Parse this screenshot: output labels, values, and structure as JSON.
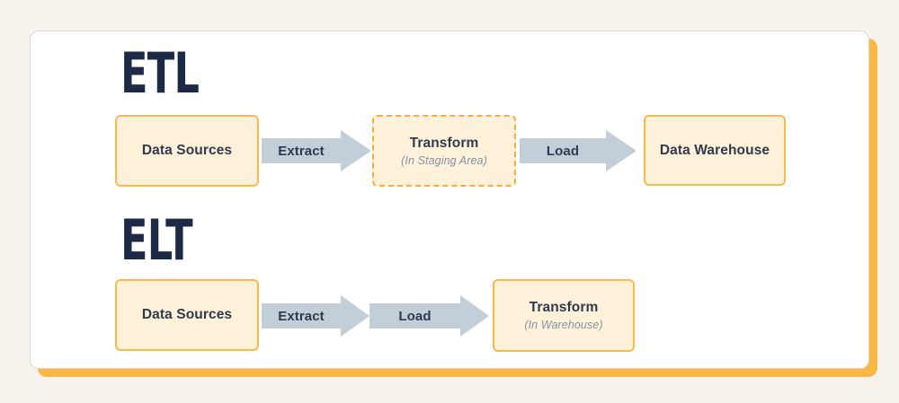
{
  "palette": {
    "page_background": "#f7f2eb",
    "card_background": "#ffffff",
    "card_shadow_orange": "#f9b843",
    "node_fill": "#fdf1da",
    "node_border_orange": "#f8bb47",
    "arrow_fill": "#c2cfd9",
    "heading_navy": "#1d2a46",
    "label_navy": "#2f3a4f",
    "note_gray_blue": "#8292a8"
  },
  "diagram": {
    "sections": [
      {
        "title": "ETL",
        "nodes": [
          {
            "label": "Data Sources",
            "style": "solid"
          },
          {
            "label": "Transform",
            "note": "(In Staging Area)",
            "style": "dashed"
          },
          {
            "label": "Data Warehouse",
            "style": "solid"
          }
        ],
        "arrows": [
          "Extract",
          "Load"
        ]
      },
      {
        "title": "ELT",
        "nodes": [
          {
            "label": "Data Sources",
            "style": "solid"
          },
          {
            "label": "Transform",
            "note": "(In Warehouse)",
            "style": "solid"
          }
        ],
        "arrows": [
          "Extract",
          "Load"
        ]
      }
    ]
  }
}
